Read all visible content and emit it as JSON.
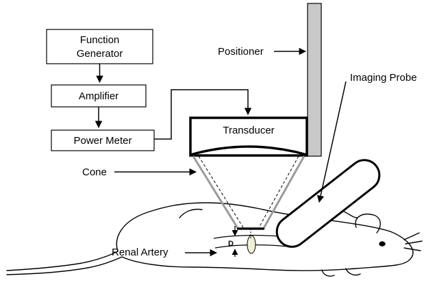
{
  "blocks": {
    "function_generator": [
      "Function",
      "Generator"
    ],
    "amplifier": "Amplifier",
    "power_meter": "Power Meter",
    "transducer": "Transducer"
  },
  "callouts": {
    "positioner": "Positioner",
    "imaging_probe": "Imaging Probe",
    "cone": "Cone",
    "renal_artery": "Renal Artery",
    "distance": "D"
  },
  "colors": {
    "positioner_fill": "#c8c8c8",
    "cone_stroke": "#9a9a9a",
    "ink": "#000000"
  }
}
